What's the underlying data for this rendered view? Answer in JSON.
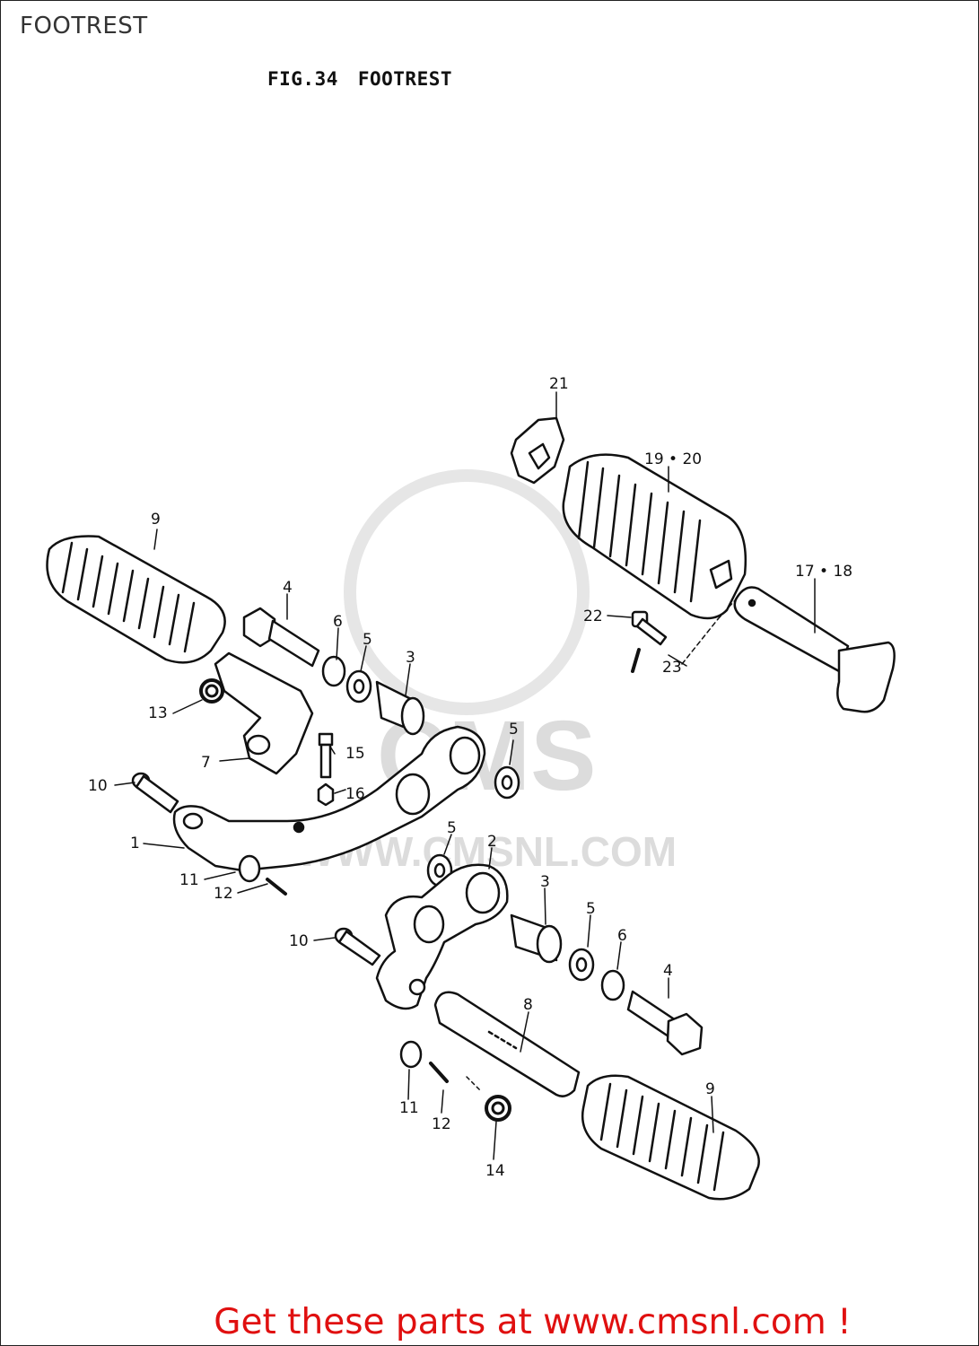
{
  "page": {
    "title": "FOOTREST"
  },
  "figure": {
    "number": "FIG.34",
    "name": "FOOTREST"
  },
  "watermark": {
    "brand": "CMS",
    "url": "WWW.CMSNL.COM"
  },
  "labels": {
    "p1": "1",
    "p2": "2",
    "p3_upper": "3",
    "p3_lower": "3",
    "p4_upper": "4",
    "p4_lower": "4",
    "p5_upper_a": "5",
    "p5_upper_b": "5",
    "p5_lower_a": "5",
    "p5_lower_b": "5",
    "p6_upper": "6",
    "p6_lower": "6",
    "p7": "7",
    "p8": "8",
    "p9_left": "9",
    "p9_right": "9",
    "p10_upper": "10",
    "p10_lower": "10",
    "p11_upper": "11",
    "p11_lower": "11",
    "p12_upper": "12",
    "p12_lower": "12",
    "p13": "13",
    "p14": "14",
    "p15": "15",
    "p16": "16",
    "p17_18": "17 • 18",
    "p19_20": "19 • 20",
    "p21": "21",
    "p22": "22",
    "p23": "23"
  },
  "footer": {
    "text": "Get these parts at www.cmsnl.com !"
  },
  "colors": {
    "footer": "#e01010",
    "line": "#111111",
    "watermark": "#dcdcdc"
  }
}
